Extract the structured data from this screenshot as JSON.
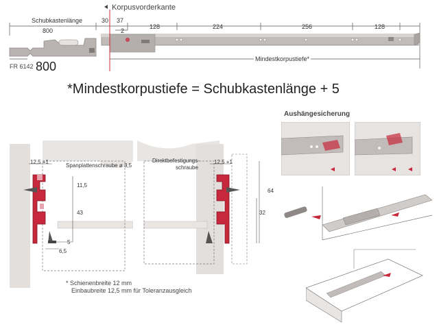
{
  "top": {
    "front_edge_label": "Korpusvorderkante",
    "drawer_length_label": "Schubkastenlänge",
    "drawer_length_value": "800",
    "dims": [
      "30",
      "37",
      "2",
      "128",
      "224",
      "256",
      "128"
    ],
    "min_depth_label": "Mindestkorpustiefe*",
    "model_code": "FR 6142",
    "model_size": "800"
  },
  "formula": "*Mindestkorpustiefe = Schubkastenlänge + 5",
  "left_detail": {
    "screw_label": "Spanplattenschraube ø 3,5",
    "dims": [
      "12,5 +1",
      "11,5",
      "43",
      "5",
      "6,5"
    ]
  },
  "right_detail": {
    "screw_label_1": "Direktbefestigungs-",
    "screw_label_2": "schraube",
    "dims": [
      "12,5 +1",
      "64",
      "32"
    ]
  },
  "notes": {
    "line1": "* Schienenbreite 12 mm",
    "line2": "Einbaubreite 12,5 mm für Toleranzausgleich"
  },
  "detach_title": "Aushängesicherung",
  "colors": {
    "rail": "#b9b4b1",
    "rail_dark": "#8e8986",
    "accent": "#c8283c",
    "panel": "#e2dfdd"
  }
}
